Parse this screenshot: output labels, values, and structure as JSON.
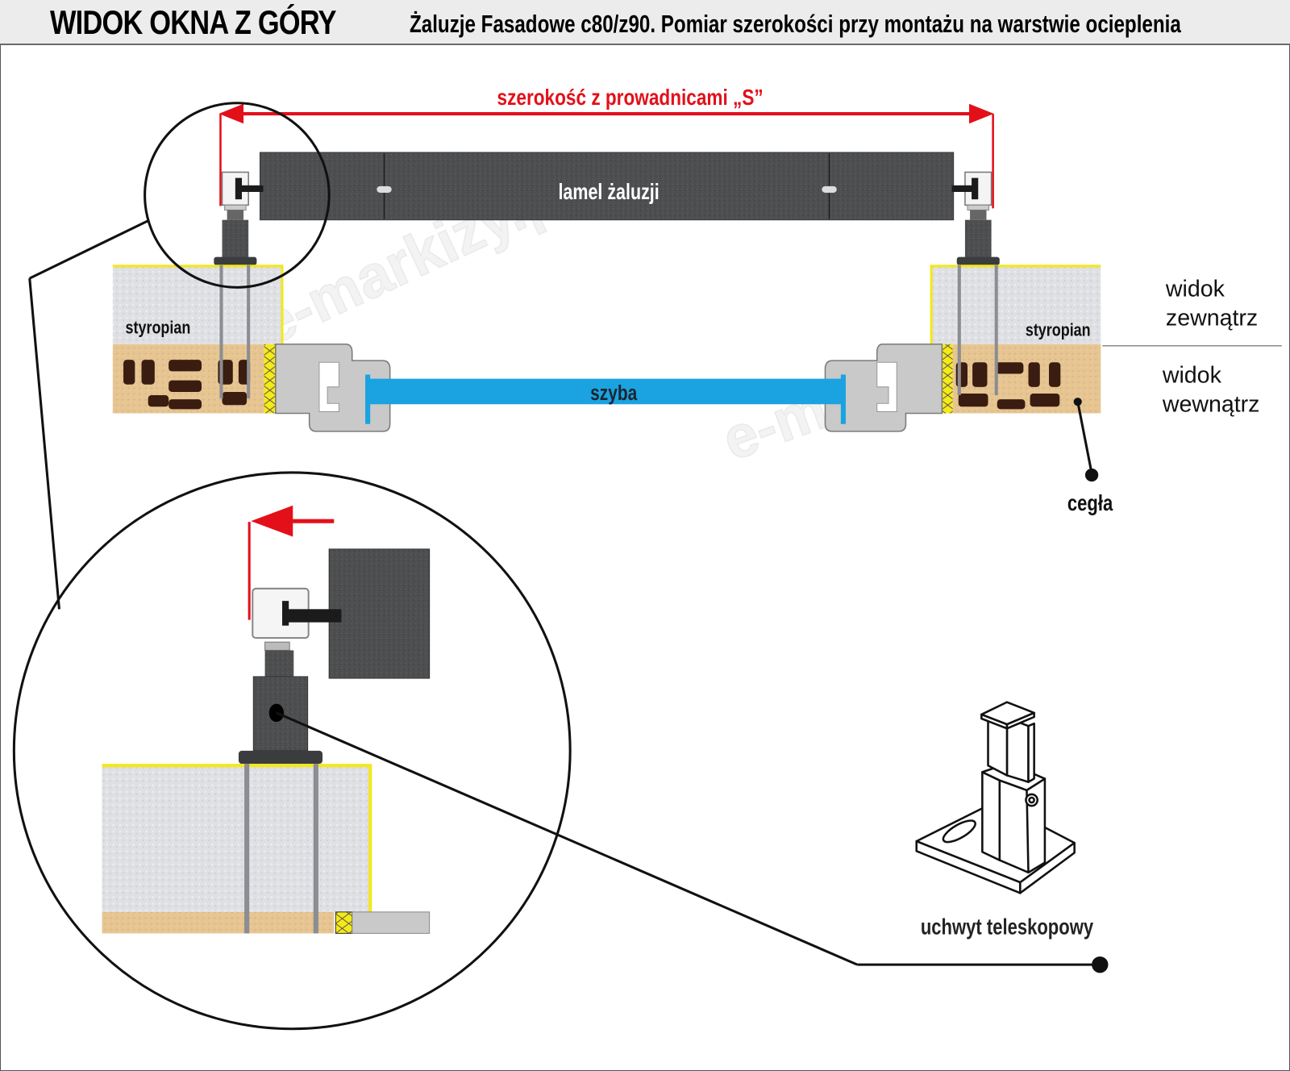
{
  "header": {
    "title": "WIDOK OKNA Z GÓRY",
    "subtitle": "Żaluzje Fasadowe c80/z90.  Pomiar szerokości przy montażu na warstwie ocieplenia"
  },
  "dimension": {
    "label": "szerokość z prowadnicami „S”",
    "color": "#e3101a"
  },
  "labels": {
    "slat": "lamel żaluzji",
    "glass": "szyba",
    "insulation_left": "styropian",
    "insulation_right": "styropian",
    "brick": "cegła",
    "outside_1": "widok",
    "outside_2": "zewnątrz",
    "inside_1": "widok",
    "inside_2": "wewnątrz",
    "bracket": "uchwyt teleskopowy"
  },
  "watermark": "e-markizy.pl",
  "colors": {
    "slat": "#4a4b4d",
    "glass": "#1aa3e0",
    "styrofoam": "#dcdde0",
    "brick": "#e8c89a",
    "brick_hole": "#3a1d10",
    "frame": "#c8c8c8",
    "seal": "#f3e81b"
  }
}
